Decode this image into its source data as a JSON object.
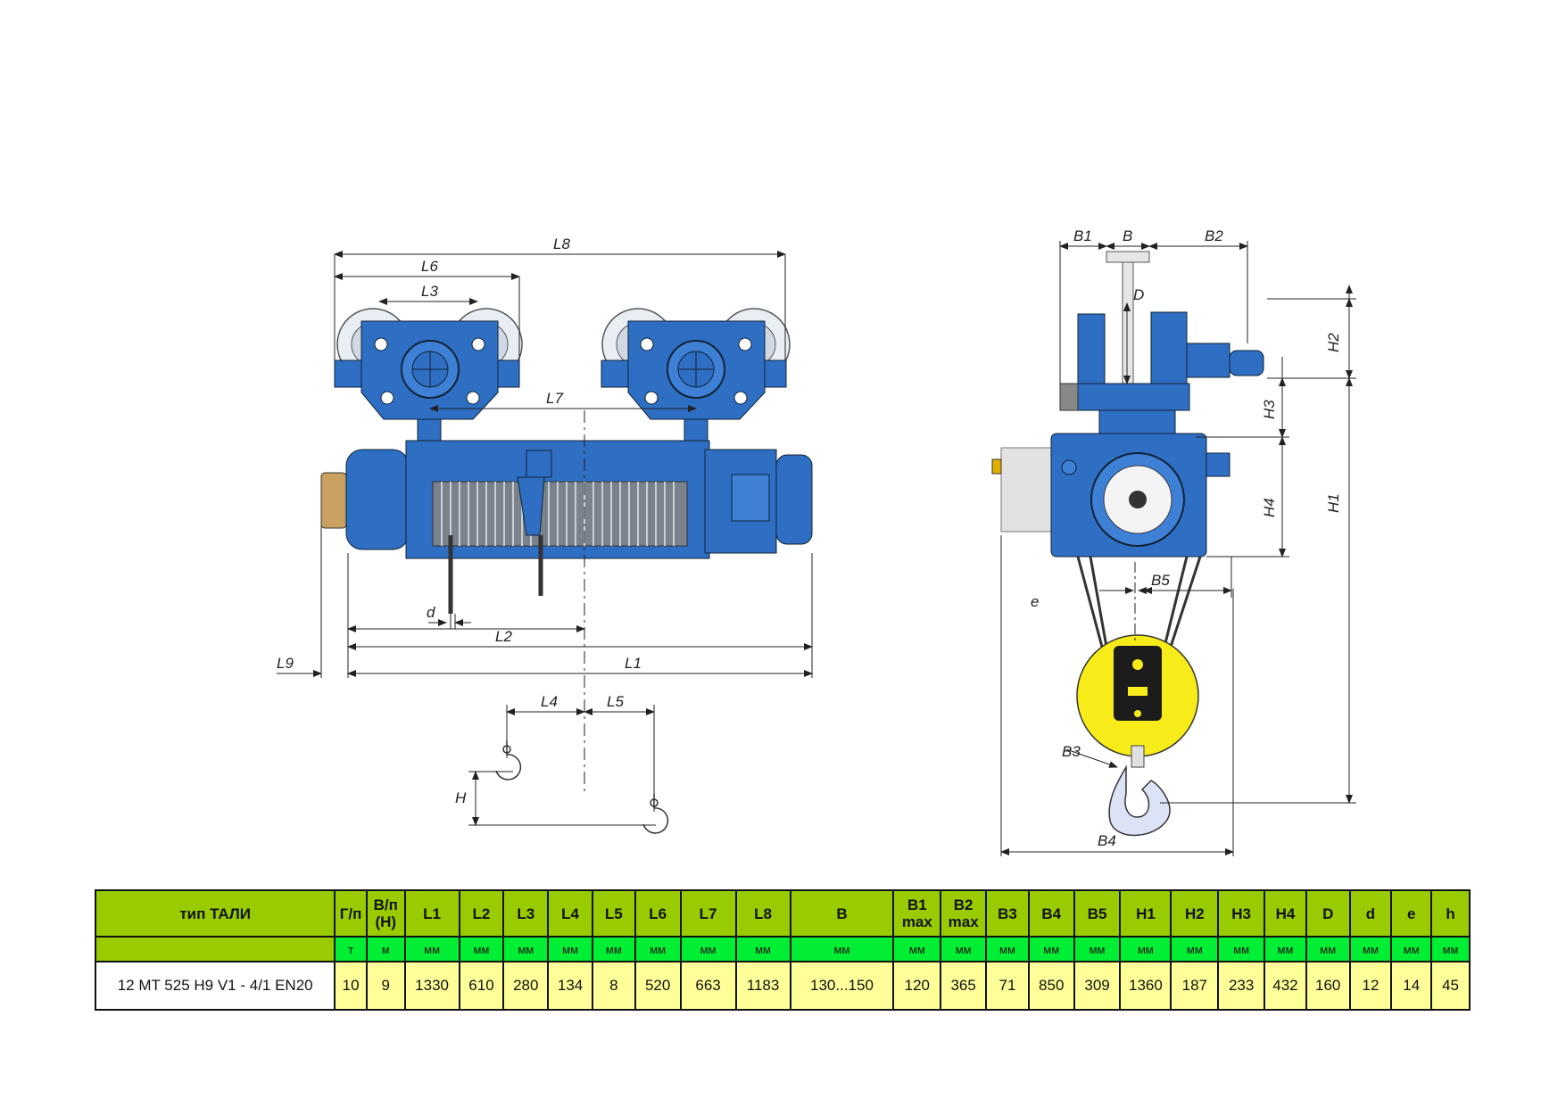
{
  "dimension_labels": {
    "L8": "L8",
    "L6": "L6",
    "L3": "L3",
    "L7": "L7",
    "L9": "L9",
    "L1": "L1",
    "L2": "L2",
    "L4": "L4",
    "L5": "L5",
    "d": "d",
    "H": "H",
    "B1": "B1",
    "B": "B",
    "B2": "B2",
    "D": "D",
    "H2": "H2",
    "H3": "H3",
    "H4": "H4",
    "H1": "H1",
    "e": "e",
    "B5": "B5",
    "B3": "B3",
    "B4": "B4"
  },
  "colors": {
    "body_blue": "#2e6fc4",
    "hook_yellow": "#f7ec1a",
    "header_green": "#99cc00",
    "unit_green": "#00ee33",
    "value_yellow": "#ffff99",
    "highlight_red": "#cc2200"
  },
  "table": {
    "header": [
      "тип ТАЛИ",
      "Г/п",
      "В/п (Н)",
      "L1",
      "L2",
      "L3",
      "L4",
      "L5",
      "L6",
      "L7",
      "L8",
      "B",
      "B1 max",
      "B2 max",
      "B3",
      "B4",
      "B5",
      "H1",
      "H2",
      "H3",
      "H4",
      "D",
      "d",
      "e",
      "h"
    ],
    "units": [
      "",
      "т",
      "м",
      "мм",
      "мм",
      "мм",
      "мм",
      "мм",
      "мм",
      "мм",
      "мм",
      "мм",
      "мм",
      "мм",
      "мм",
      "мм",
      "мм",
      "мм",
      "мм",
      "мм",
      "мм",
      "мм",
      "мм",
      "мм",
      "мм"
    ],
    "row": [
      "12 MT 525 H9 V1 - 4/1 EN20",
      "10",
      "9",
      "1330",
      "610",
      "280",
      "134",
      "8",
      "520",
      "663",
      "1183",
      "130...150",
      "120",
      "365",
      "71",
      "850",
      "309",
      "1360",
      "187",
      "233",
      "432",
      "160",
      "12",
      "14",
      "45"
    ]
  }
}
